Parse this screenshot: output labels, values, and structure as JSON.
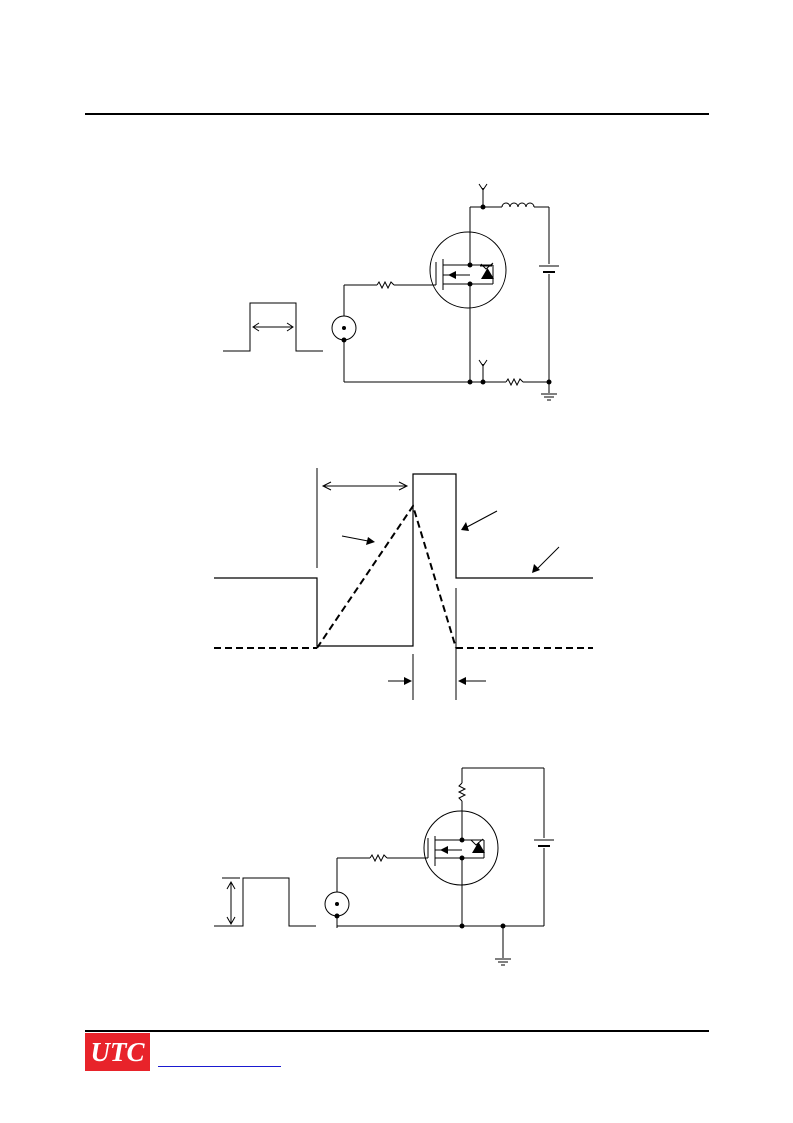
{
  "header": {},
  "footer": {
    "logo_text": "UTC",
    "brand_color": "#e8232a",
    "link_color": "#1a1ad0",
    "website": ""
  },
  "figures": [
    {
      "id": "test-circuit-1",
      "components": [
        "pulse-input",
        "signal-source",
        "gate-resistor",
        "mosfet",
        "inductor",
        "dc-supply",
        "sense-resistor",
        "ground"
      ]
    },
    {
      "id": "waveforms",
      "components": [
        "square-pulse",
        "dashed-triangle",
        "time-markers",
        "annotation-arrows"
      ]
    },
    {
      "id": "test-circuit-2",
      "components": [
        "pulse-input",
        "signal-source",
        "gate-resistor",
        "mosfet",
        "load-resistor",
        "dc-supply",
        "ground"
      ]
    }
  ]
}
